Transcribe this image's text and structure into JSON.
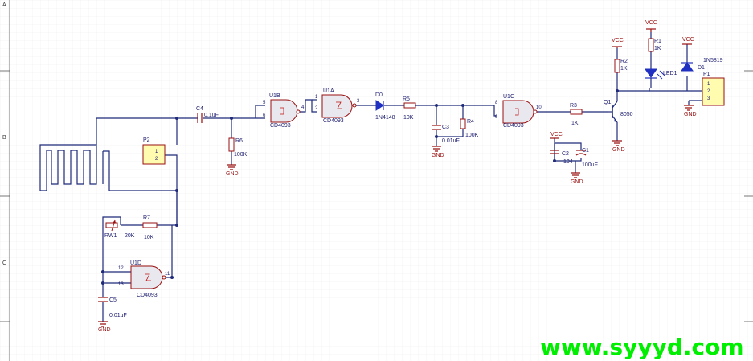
{
  "border": {
    "rows": [
      "A",
      "B",
      "C"
    ]
  },
  "power": {
    "vcc": "VCC",
    "gnd": "GND"
  },
  "components": {
    "u1b": {
      "ref": "U1B",
      "part": "CD4093",
      "pins": [
        "5",
        "6",
        "4"
      ]
    },
    "u1a": {
      "ref": "U1A",
      "part": "CD4093",
      "pins": [
        "1",
        "2",
        "3"
      ]
    },
    "u1c": {
      "ref": "U1C",
      "part": "CD4093",
      "pins": [
        "8",
        "9",
        "10"
      ]
    },
    "u1d": {
      "ref": "U1D",
      "part": "CD4093",
      "pins": [
        "12",
        "13",
        "11"
      ]
    },
    "c4": {
      "ref": "C4",
      "value": "0.1uF"
    },
    "r6": {
      "ref": "R6",
      "value": "100K"
    },
    "d0": {
      "ref": "D0",
      "value": "1N4148"
    },
    "r5": {
      "ref": "R5",
      "value": "10K"
    },
    "c3": {
      "ref": "C3",
      "value": "0.01uF"
    },
    "r4": {
      "ref": "R4",
      "value": "100K"
    },
    "r3": {
      "ref": "R3",
      "value": "1K"
    },
    "q1": {
      "ref": "Q1",
      "value": "8050"
    },
    "r2": {
      "ref": "R2",
      "value": "1K"
    },
    "r1": {
      "ref": "R1",
      "value": "1K"
    },
    "led1": {
      "ref": "LED1"
    },
    "d1": {
      "ref": "D1",
      "value": "1N5819"
    },
    "p1": {
      "ref": "P1",
      "pins": [
        "1",
        "2",
        "3"
      ]
    },
    "p2": {
      "ref": "P2",
      "pins": [
        "1",
        "2"
      ]
    },
    "c2": {
      "ref": "C2",
      "value": "104"
    },
    "c1": {
      "ref": "C1",
      "value": "100uF"
    },
    "rw1": {
      "ref": "RW1",
      "value": "20K"
    },
    "r7": {
      "ref": "R7",
      "value": "10K"
    },
    "c5": {
      "ref": "C5",
      "value": "0.01uF"
    }
  },
  "watermark": "www.syyyd.com"
}
